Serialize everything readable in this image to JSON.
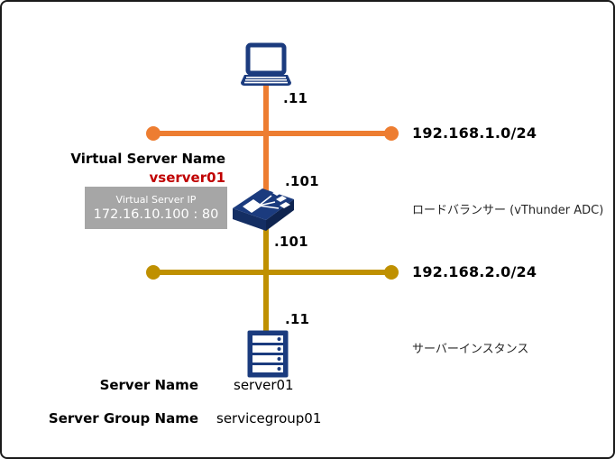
{
  "colors": {
    "navy": "#1B3B7E",
    "orange": "#ED7D31",
    "gold": "#BF9000",
    "gray_box": "#A6A6A6",
    "red": "#C00000"
  },
  "client": {
    "ip_suffix": ".11"
  },
  "network1": {
    "cidr": "192.168.1.0/24"
  },
  "virtual_server": {
    "name_label": "Virtual Server Name",
    "name_value": "vserver01",
    "vip_title": "Virtual Server IP",
    "vip_value": "172.16.10.100 : 80"
  },
  "load_balancer": {
    "ip_upper": ".101",
    "ip_lower": ".101",
    "caption": "ロードバランサー (vThunder ADC)"
  },
  "network2": {
    "cidr": "192.168.2.0/24"
  },
  "server": {
    "ip_suffix": ".11",
    "caption": "サーバーインスタンス",
    "name_label": "Server Name",
    "name_value": "server01",
    "group_label": "Server Group Name",
    "group_value": "servicegroup01"
  }
}
